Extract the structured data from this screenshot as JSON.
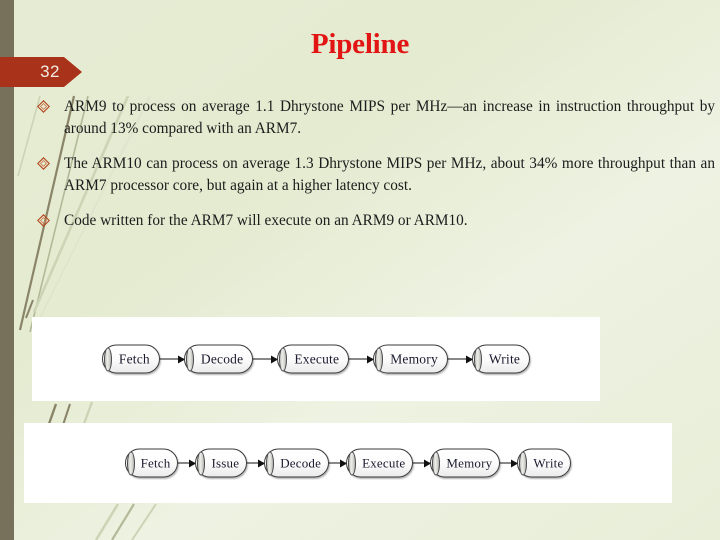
{
  "slide": {
    "title": "Pipeline",
    "page_number": "32",
    "accent_color": "#a8331a",
    "title_color": "#e21414",
    "background_color": "#e4ebd0",
    "spine_color": "#77705a"
  },
  "bullets": [
    {
      "marker": "diamond-outline-icon",
      "text": "ARM9 to process on average 1.1 Dhrystone MIPS per MHz—an increase in instruction throughput by around 13% compared with an ARM7."
    },
    {
      "marker": "diamond-outline-icon",
      "text": "The ARM10 can process on average 1.3 Dhrystone MIPS per MHz, about 34% more throughput than an ARM7 processor core, but again at a higher latency cost."
    },
    {
      "marker": "diamond-outline-icon",
      "text": "Code written for the ARM7 will execute on an ARM9 or ARM10."
    }
  ],
  "diagrams": [
    {
      "name": "five-stage-pipeline",
      "stages": [
        "Fetch",
        "Decode",
        "Execute",
        "Memory",
        "Write"
      ]
    },
    {
      "name": "six-stage-pipeline",
      "stages": [
        "Fetch",
        "Issue",
        "Decode",
        "Execute",
        "Memory",
        "Write"
      ]
    }
  ],
  "decorations": {
    "blade_color_dark": "#8a8468",
    "blade_color_light": "#cdd4b6"
  }
}
